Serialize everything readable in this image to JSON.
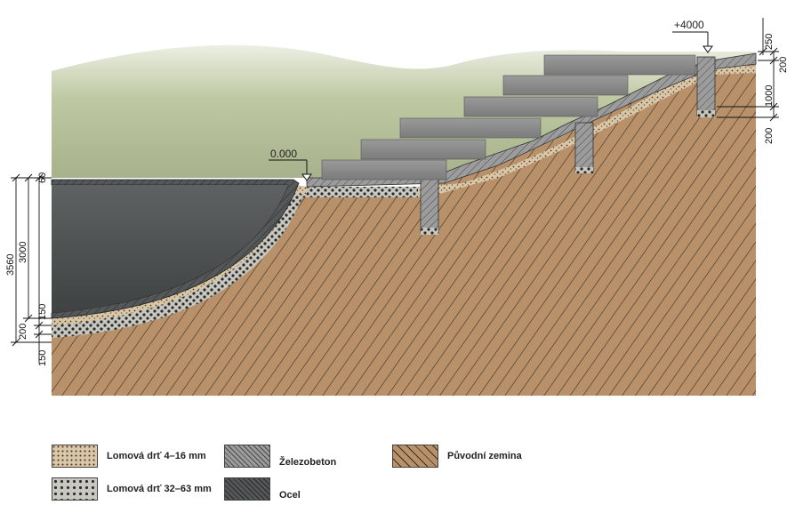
{
  "levels": {
    "top": "+4000",
    "ground": "0.000"
  },
  "dimensions": {
    "left_total": "3560",
    "left_depth": "3000",
    "left_top": "60",
    "left_150a": "150",
    "left_200": "200",
    "left_150b": "150",
    "right_250": "250",
    "right_200a": "200",
    "right_1000": "1000",
    "right_200b": "200"
  },
  "legend": [
    {
      "label": "Lomová drť 4–16 mm",
      "icon": "fine-gravel"
    },
    {
      "label": "Lomová drť 32–63 mm",
      "icon": "coarse-gravel"
    },
    {
      "label": "Železobeton",
      "icon": "reinforced-concrete"
    },
    {
      "label": "Ocel",
      "icon": "steel"
    },
    {
      "label": "Původní zemina",
      "icon": "original-soil"
    }
  ],
  "colors": {
    "soil": "#b38a63",
    "concrete": "#9a9a9a",
    "steel": "#4d4f4f",
    "grass": "#a8b58a",
    "steps": "#8f8f8f"
  }
}
